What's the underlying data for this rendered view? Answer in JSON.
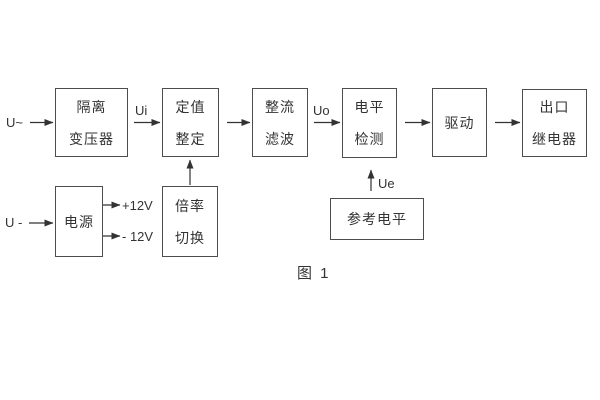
{
  "figure": {
    "caption": "图 1"
  },
  "colors": {
    "line": "#4d4d4d",
    "arrow": "#333333",
    "text": "#333333",
    "background": "#ffffff"
  },
  "signals": {
    "ac_input": "U~",
    "dc_input": "U -",
    "ui": "Ui",
    "uo": "Uo",
    "ue": "Ue",
    "plus_12v": "+12V",
    "minus_12v": "- 12V"
  },
  "blocks": {
    "isolation_transformer": {
      "lines": [
        "隔离",
        "变压器"
      ]
    },
    "setting_adjustment": {
      "lines": [
        "定值",
        "整定"
      ]
    },
    "rectifier_filter": {
      "lines": [
        "整流",
        "滤波"
      ]
    },
    "level_detection": {
      "lines": [
        "电平",
        "检测"
      ]
    },
    "driver": {
      "lines": [
        "驱动"
      ]
    },
    "output_relay": {
      "lines": [
        "出口",
        "继电器"
      ]
    },
    "power_supply": {
      "lines": [
        "电源"
      ]
    },
    "ratio_switch": {
      "lines": [
        "倍率",
        "切换"
      ]
    },
    "reference_level": {
      "lines": [
        "参考电平"
      ]
    }
  }
}
